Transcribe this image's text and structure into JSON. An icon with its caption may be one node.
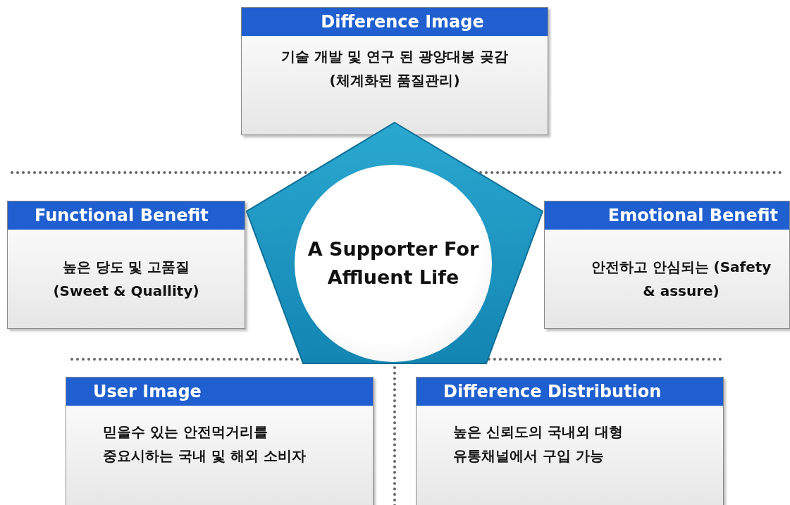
{
  "diagram": {
    "nodes": [
      {
        "text": [
          "Difference Image",
          "기술 개발 및 연구 된 광양대봉 곶감 (체계화된 품질관리)"
        ]
      },
      {
        "text": [],
        "shape": "pentagon"
      },
      {
        "text": [
          "A Supporter For Affluent Life"
        ],
        "in": 1
      },
      {
        "text": [
          "Functional Benefit",
          "높은 당도 및 고품질 (Sweet & Quallity)"
        ]
      },
      {
        "text": [
          "Emotional Benefit",
          "안전하고 안심되는 (Safety & assure)"
        ]
      },
      {
        "text": [
          "User Image",
          "믿을수 있는 안전먹거리를 중요시하는 국내 및 해외 소비자"
        ]
      },
      {
        "text": [
          "Difference Distribution",
          "높은 신뢰도의 국내외 대형 유통채널에서 구입 가능"
        ]
      }
    ]
  }
}
